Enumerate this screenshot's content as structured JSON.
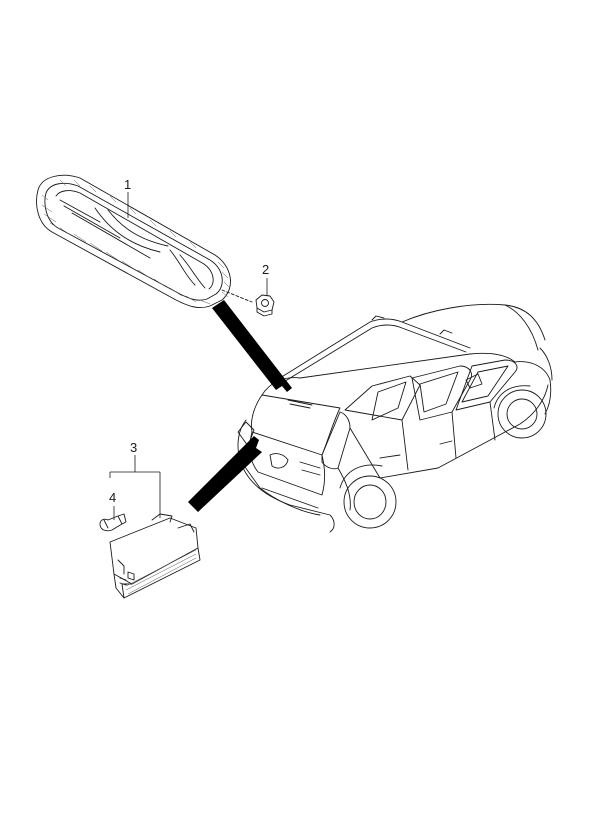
{
  "callouts": [
    {
      "id": "1",
      "label": "1"
    },
    {
      "id": "2",
      "label": "2"
    },
    {
      "id": "3",
      "label": "3"
    },
    {
      "id": "4",
      "label": "4"
    }
  ],
  "colors": {
    "line": "#1a1a1a",
    "background": "#ffffff",
    "arrow": "#000000"
  }
}
